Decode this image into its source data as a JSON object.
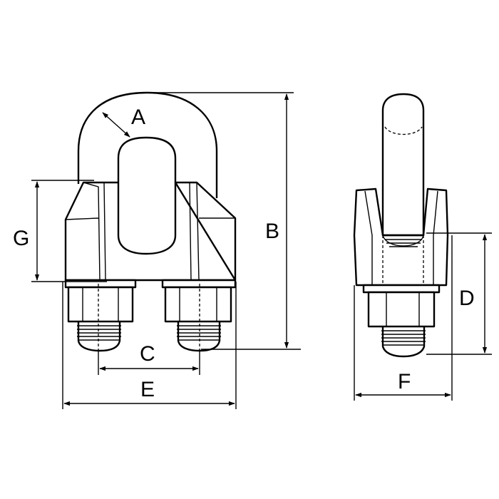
{
  "labels": {
    "A": "A",
    "B": "B",
    "C": "C",
    "D": "D",
    "E": "E",
    "F": "F",
    "G": "G"
  },
  "colors": {
    "line": "#000000",
    "background": "#ffffff"
  }
}
